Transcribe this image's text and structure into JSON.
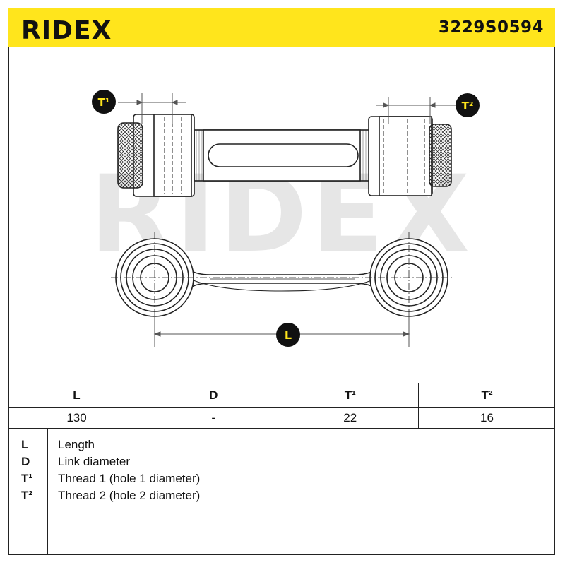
{
  "header": {
    "brand": "RIDEX",
    "part_number": "3229S0594"
  },
  "drawing": {
    "watermark": "RIDEX",
    "callouts": {
      "t1": "T¹",
      "t2": "T²",
      "l": "L"
    }
  },
  "colors": {
    "header_bg": "#ffe51c",
    "callout_fill": "#111111",
    "callout_text": "#ffe51c",
    "watermark": "#e6e6e6"
  },
  "spec_table": {
    "headers": [
      "L",
      "D",
      "T¹",
      "T²"
    ],
    "values": [
      "130",
      "-",
      "22",
      "16"
    ]
  },
  "legend": [
    {
      "key": "L",
      "desc": "Length"
    },
    {
      "key": "D",
      "desc": "Link diameter"
    },
    {
      "key": "T¹",
      "desc": "Thread 1 (hole 1 diameter)"
    },
    {
      "key": "T²",
      "desc": "Thread 2 (hole 2 diameter)"
    }
  ]
}
